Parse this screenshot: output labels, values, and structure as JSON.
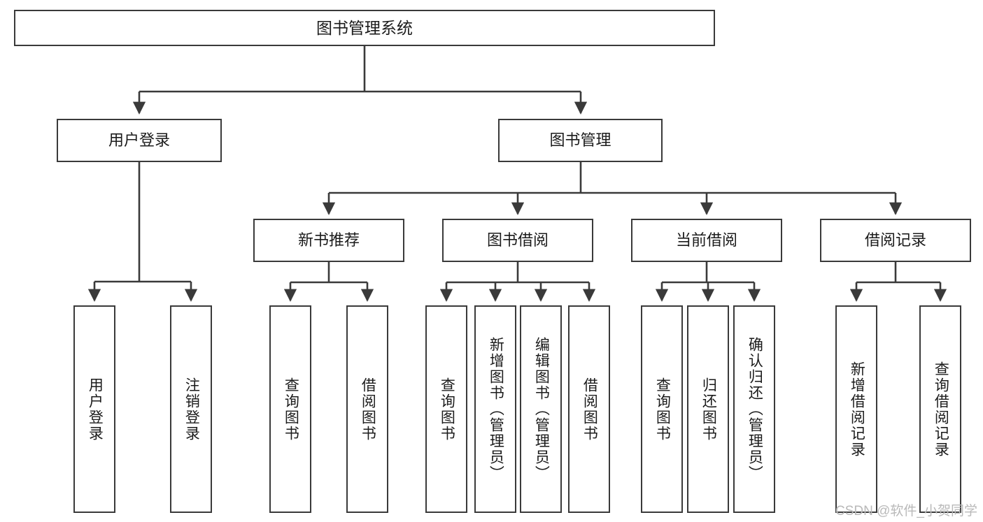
{
  "diagram": {
    "type": "tree-hierarchy-functional-decomposition",
    "title": "图书管理系统",
    "colors": {
      "box_border": "#3a3a3a",
      "box_fill": "#ffffff",
      "connector": "#3a3a3a",
      "text": "#1b1b1b",
      "watermark": "#b9b9b9",
      "background": "#ffffff"
    },
    "root": {
      "label": "图书管理系统"
    },
    "level2": [
      {
        "id": "user-login",
        "label": "用户登录"
      },
      {
        "id": "book-management",
        "label": "图书管理"
      }
    ],
    "level3": [
      {
        "id": "new-book-recommend",
        "label": "新书推荐"
      },
      {
        "id": "book-borrow",
        "label": "图书借阅"
      },
      {
        "id": "current-borrow",
        "label": "当前借阅"
      },
      {
        "id": "borrow-record",
        "label": "借阅记录"
      }
    ],
    "leaves": {
      "user_login": [
        {
          "id": "leaf-user-login",
          "label": "用户登录"
        },
        {
          "id": "leaf-logout-login",
          "label": "注销登录"
        }
      ],
      "new_book_recommend": [
        {
          "id": "leaf-query-book-1",
          "label": "查询图书"
        },
        {
          "id": "leaf-borrow-book-1",
          "label": "借阅图书"
        }
      ],
      "book_borrow": [
        {
          "id": "leaf-query-book-2",
          "label": "查询图书"
        },
        {
          "id": "leaf-add-book",
          "label": "新增图书（管理员）"
        },
        {
          "id": "leaf-edit-book",
          "label": "编辑图书（管理员）"
        },
        {
          "id": "leaf-borrow-book-2",
          "label": "借阅图书"
        }
      ],
      "current_borrow": [
        {
          "id": "leaf-query-book-3",
          "label": "查询图书"
        },
        {
          "id": "leaf-return-book",
          "label": "归还图书"
        },
        {
          "id": "leaf-confirm-return",
          "label": "确认归还（管理员）"
        }
      ],
      "borrow_record": [
        {
          "id": "leaf-add-record",
          "label": "新增借阅记录"
        },
        {
          "id": "leaf-query-record",
          "label": "查询借阅记录"
        }
      ]
    },
    "watermark": "CSDN @软件_小贺同学"
  }
}
